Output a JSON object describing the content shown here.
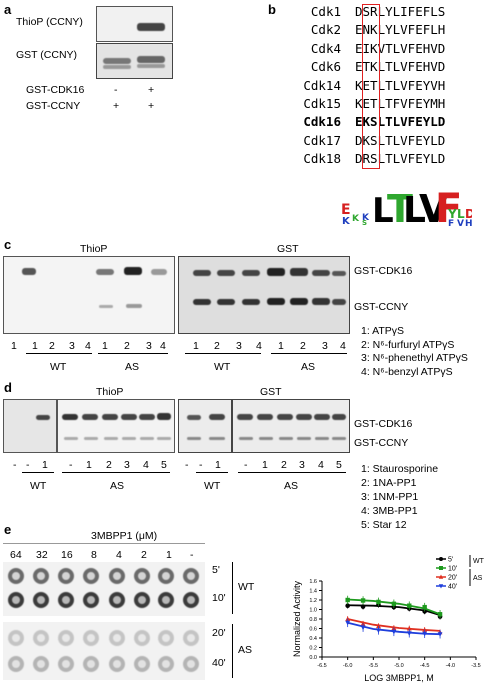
{
  "panel_a": {
    "label": "a",
    "blot_labels": [
      "ThioP (CCNY)",
      "GST (CCNY)"
    ],
    "row_labels": [
      "GST-CDK16",
      "GST-CCNY"
    ],
    "cdk16_marks": [
      "-",
      "+"
    ],
    "ccny_marks": [
      "+",
      "+"
    ]
  },
  "panel_b": {
    "label": "b",
    "rows": [
      {
        "name": "Cdk1",
        "seq": "DSRLYLIFEFLS",
        "bold": false
      },
      {
        "name": "Cdk2",
        "seq": "ENKLYLVFEFLH",
        "bold": false
      },
      {
        "name": "Cdk4",
        "seq": "EIKVTLVFEHVD",
        "bold": false
      },
      {
        "name": "Cdk6",
        "seq": "ETKLTLVFEHVD",
        "bold": false
      },
      {
        "name": "Cdk14",
        "seq": "KETLTLVFEYVH",
        "bold": false
      },
      {
        "name": "Cdk15",
        "seq": "KETLTFVFEYMH",
        "bold": false
      },
      {
        "name": "Cdk16",
        "seq": "EKSLTLVFEYLD",
        "bold": true
      },
      {
        "name": "Cdk17",
        "seq": "DKSLTLVFEYLD",
        "bold": false
      },
      {
        "name": "Cdk18",
        "seq": "DRSLTLVFEYLD",
        "bold": false
      }
    ],
    "logo_colors": {
      "hydrophobic": "#000000",
      "acidic": "#d62020",
      "polar": "#2fa72f",
      "basic": "#1f3fbf"
    }
  },
  "panel_c": {
    "label": "c",
    "blot_titles": [
      "ThioP",
      "GST"
    ],
    "band_labels": [
      "GST-CDK16",
      "GST-CCNY"
    ],
    "lanes": [
      "1",
      "1",
      "2",
      "3",
      "4",
      "1",
      "2",
      "3",
      "4"
    ],
    "groups": [
      "WT",
      "AS",
      "WT",
      "AS"
    ],
    "legend": [
      "1: ATPγS",
      "2: N⁶-furfuryl ATPγS",
      "3: N⁶-phenethyl ATPγS",
      "4: N⁶-benzyl ATPγS"
    ]
  },
  "panel_d": {
    "label": "d",
    "blot_titles": [
      "ThioP",
      "GST"
    ],
    "band_labels": [
      "GST-CDK16",
      "GST-CCNY"
    ],
    "lanes": [
      "-",
      "-",
      "1",
      "-",
      "1",
      "2",
      "3",
      "4",
      "5"
    ],
    "groups": [
      "WT",
      "AS",
      "WT",
      "AS"
    ],
    "legend": [
      "1: Staurosporine",
      "2: 1NA-PP1",
      "3: 1NM-PP1",
      "4: 3MB-PP1",
      "5: Star 12"
    ]
  },
  "panel_e": {
    "label": "e",
    "conc_title": "3MBPP1 (μM)",
    "concs": [
      "64",
      "32",
      "16",
      "8",
      "4",
      "2",
      "1",
      "-"
    ],
    "time_labels": [
      "5'",
      "10'",
      "20'",
      "40'"
    ],
    "group_labels": [
      "WT",
      "AS"
    ]
  },
  "chart_data": {
    "type": "line",
    "xlabel": "LOG 3MBPP1, M",
    "ylabel": "Normalized Activity",
    "xlim": [
      -6.5,
      -3.5
    ],
    "ylim": [
      0.0,
      1.6
    ],
    "xticks": [
      "-6.5",
      "-6.0",
      "-5.5",
      "-5.0",
      "-4.5",
      "-4.0",
      "-3.5"
    ],
    "yticks": [
      "0.0",
      "0.2",
      "0.4",
      "0.6",
      "0.8",
      "1.0",
      "1.2",
      "1.4",
      "1.6"
    ],
    "legend_group_labels": [
      "WT",
      "AS"
    ],
    "series": [
      {
        "name": "5'",
        "color": "#000000",
        "marker": "circle",
        "x": [
          -6.0,
          -5.7,
          -5.4,
          -5.1,
          -4.8,
          -4.5,
          -4.2
        ],
        "y": [
          1.08,
          1.06,
          1.1,
          1.05,
          1.02,
          0.96,
          0.85
        ],
        "fit": [
          [
            -6.0,
            1.09
          ],
          [
            -5.5,
            1.08
          ],
          [
            -5.0,
            1.05
          ],
          [
            -4.5,
            0.98
          ],
          [
            -4.2,
            0.88
          ]
        ]
      },
      {
        "name": "10'",
        "color": "#1e9a1e",
        "marker": "square",
        "x": [
          -6.0,
          -5.7,
          -5.4,
          -5.1,
          -4.8,
          -4.5,
          -4.2
        ],
        "y": [
          1.2,
          1.19,
          1.16,
          1.12,
          1.08,
          1.05,
          0.9
        ],
        "fit": [
          [
            -6.0,
            1.21
          ],
          [
            -5.5,
            1.18
          ],
          [
            -5.0,
            1.12
          ],
          [
            -4.5,
            1.02
          ],
          [
            -4.2,
            0.9
          ]
        ]
      },
      {
        "name": "20'",
        "color": "#e03020",
        "marker": "triangle-up",
        "x": [
          -6.0,
          -5.7,
          -5.4,
          -5.1,
          -4.8,
          -4.5,
          -4.2
        ],
        "y": [
          0.8,
          0.7,
          0.65,
          0.61,
          0.6,
          0.57,
          0.52
        ],
        "fit": [
          [
            -6.0,
            0.8
          ],
          [
            -5.5,
            0.68
          ],
          [
            -5.0,
            0.61
          ],
          [
            -4.5,
            0.57
          ],
          [
            -4.2,
            0.55
          ]
        ]
      },
      {
        "name": "40'",
        "color": "#1f3fdc",
        "marker": "triangle-down",
        "x": [
          -6.0,
          -5.7,
          -5.4,
          -5.1,
          -4.8,
          -4.5,
          -4.2
        ],
        "y": [
          0.72,
          0.62,
          0.56,
          0.53,
          0.5,
          0.49,
          0.48
        ],
        "fit": [
          [
            -6.0,
            0.72
          ],
          [
            -5.5,
            0.59
          ],
          [
            -5.0,
            0.53
          ],
          [
            -4.5,
            0.49
          ],
          [
            -4.2,
            0.48
          ]
        ]
      }
    ]
  }
}
